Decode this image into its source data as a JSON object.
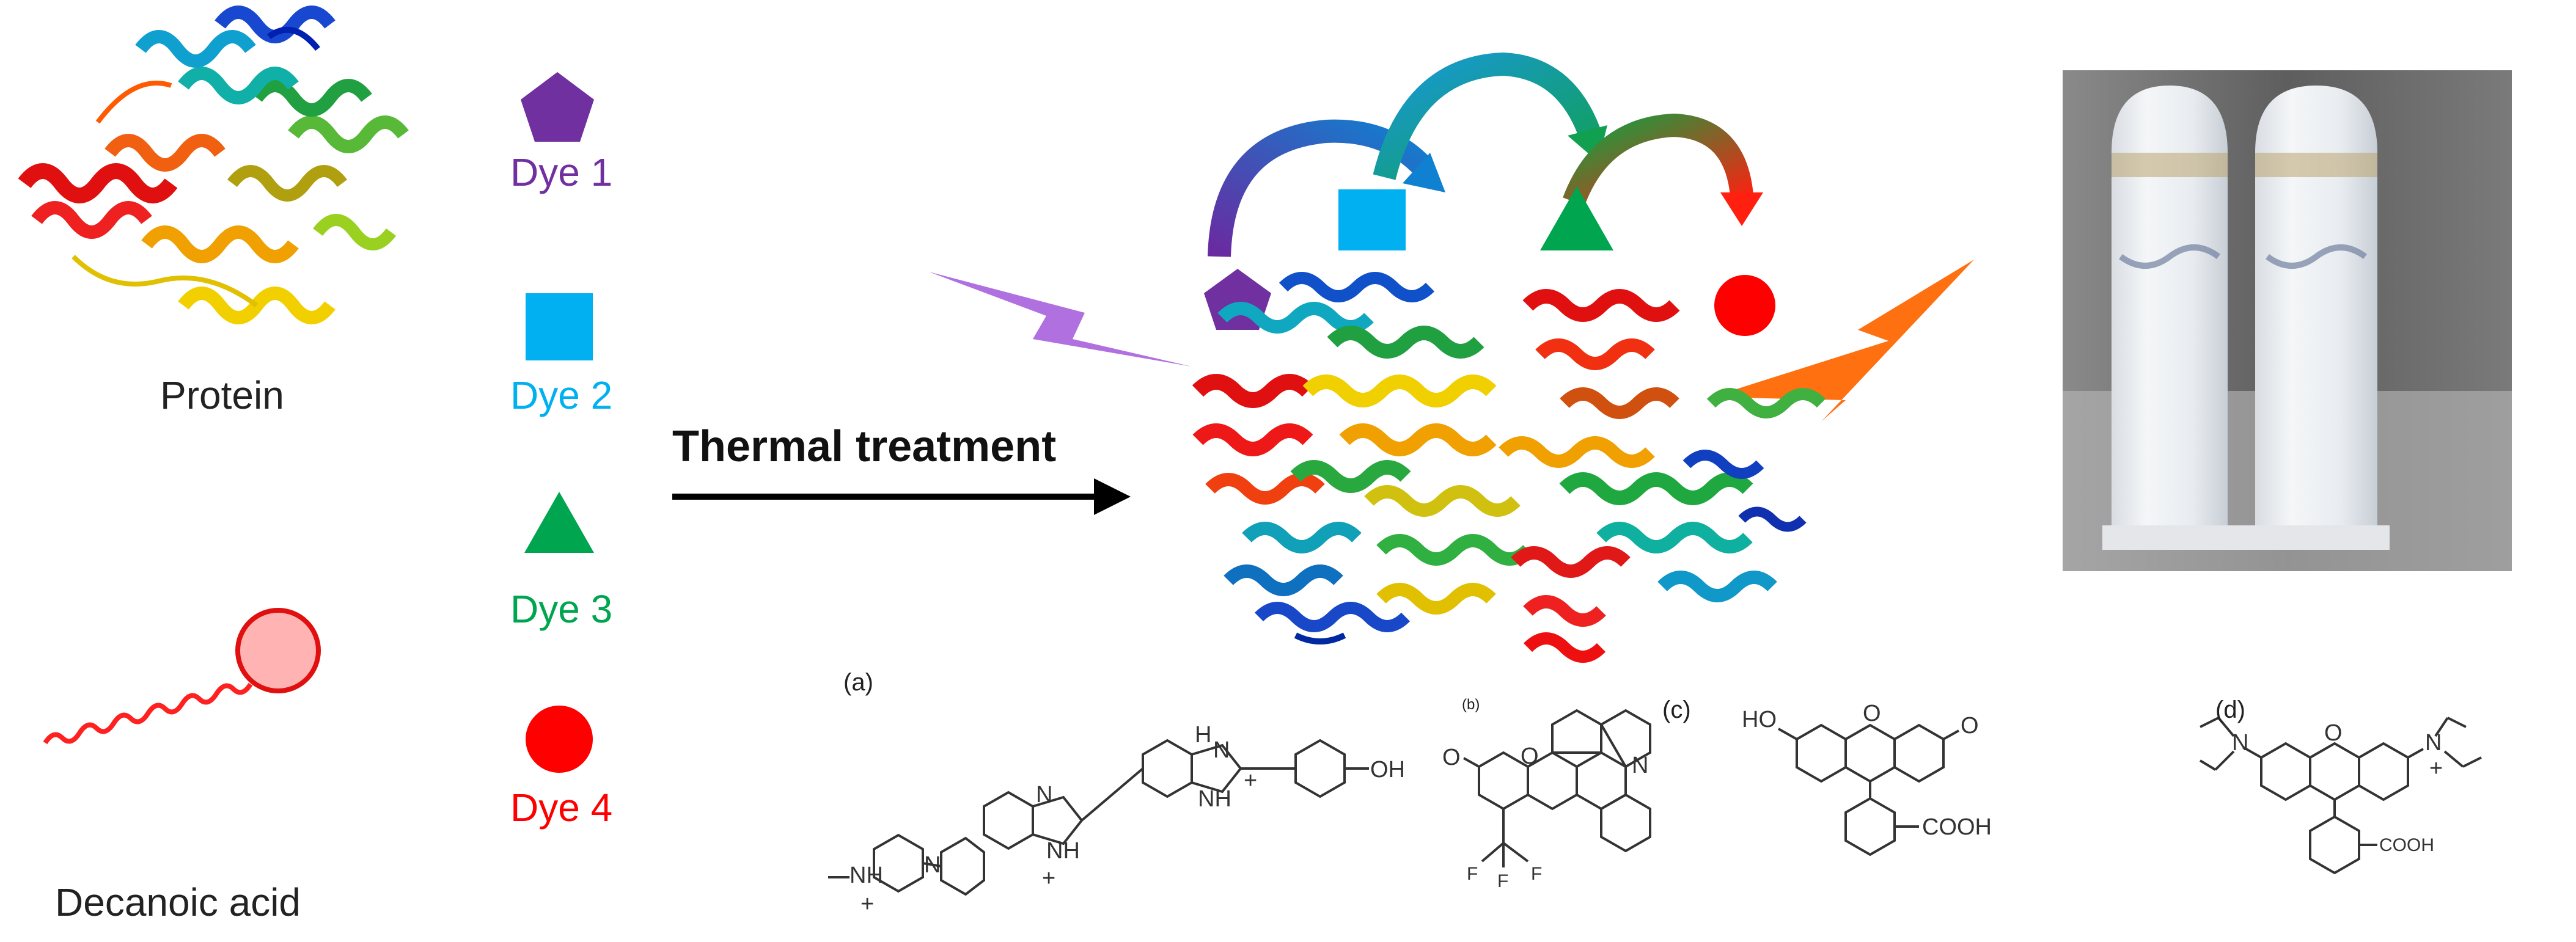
{
  "labels": {
    "protein": "Protein",
    "decanoic_acid": "Decanoic acid",
    "thermal_treatment": "Thermal treatment"
  },
  "dyes": [
    {
      "label": "Dye 1",
      "shape": "pentagon",
      "color": "#7030A0"
    },
    {
      "label": "Dye 2",
      "shape": "square",
      "color": "#00B0F0"
    },
    {
      "label": "Dye 3",
      "shape": "triangle",
      "color": "#00A550"
    },
    {
      "label": "Dye 4",
      "shape": "circle",
      "color": "#FF0000"
    }
  ],
  "panels": {
    "a": "(a)",
    "b": "(b)",
    "c": "(c)",
    "d": "(d)"
  },
  "chem_text": {
    "oh": "OH",
    "ho": "HO",
    "o": "O",
    "n": "N",
    "h": "H",
    "nh": "NH",
    "plus": "+",
    "cooh": "COOH",
    "f": "F"
  },
  "colors": {
    "violet_flash": "#B070E0",
    "orange_flash": "#FF7010",
    "arrow_black": "#000000"
  }
}
